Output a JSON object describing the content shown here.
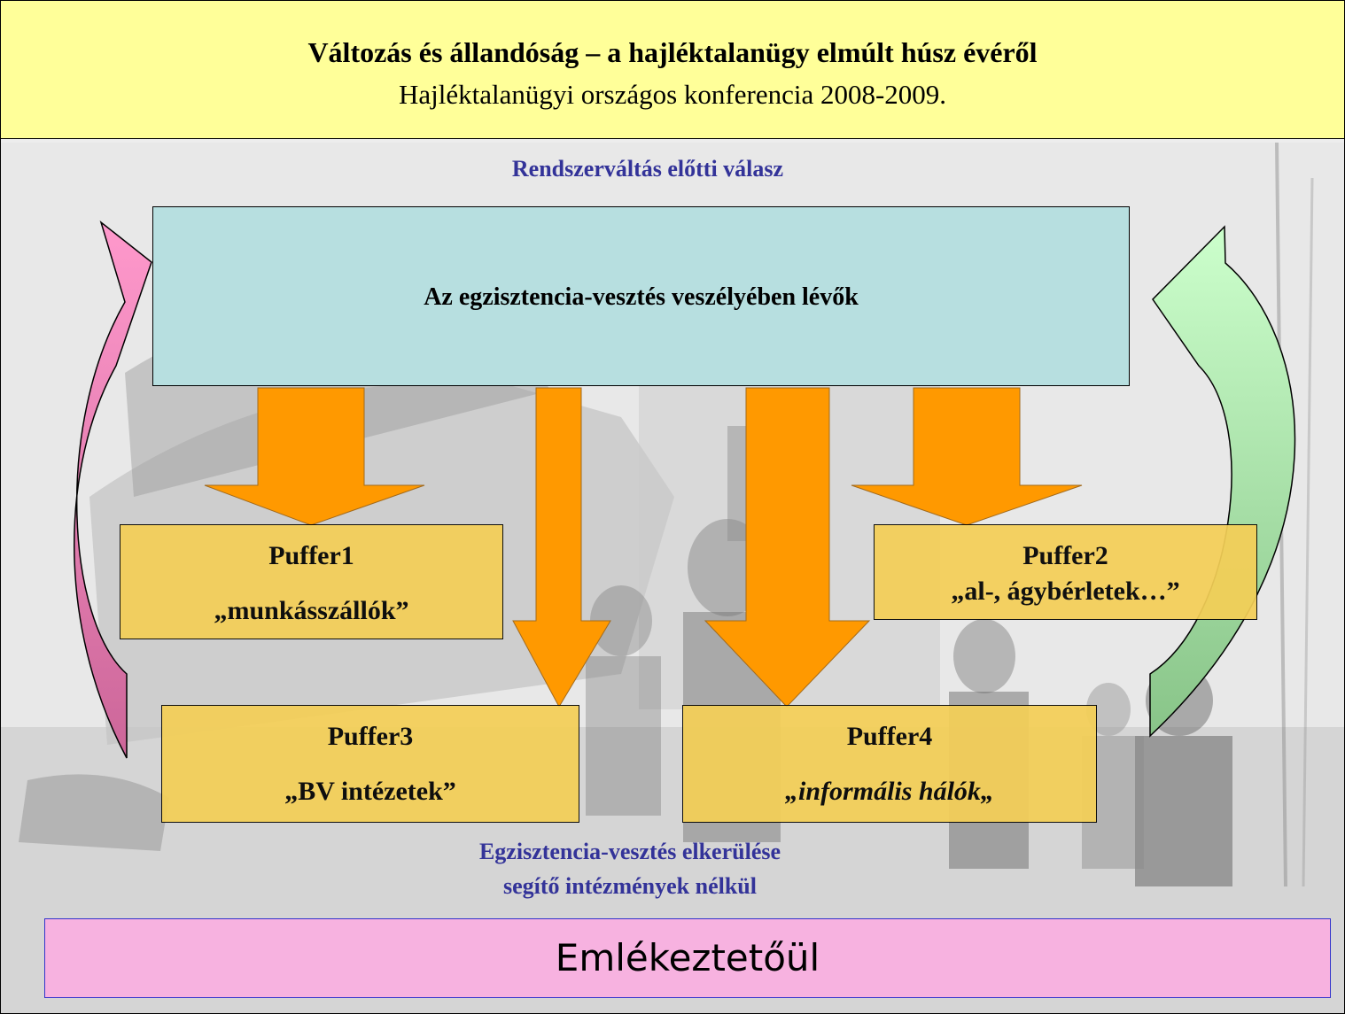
{
  "header": {
    "title": "Változás és állandóság – a hajléktalanügy elmúlt húsz évéről",
    "subtitle": "Hajléktalanügyi országos konferencia 2008-2009."
  },
  "diagram": {
    "top_label": "Rendszerváltás előtti válasz",
    "main_box": "Az egzisztencia-vesztés veszélyében lévők",
    "puffers": [
      {
        "title": "Puffer1",
        "subtitle": "„munkásszállók”"
      },
      {
        "title": "Puffer2",
        "subtitle": "„al-, ágybérletek…”"
      },
      {
        "title": "Puffer3",
        "subtitle": "„BV intézetek”"
      },
      {
        "title": "Puffer4",
        "subtitle": "„informális hálók„"
      }
    ],
    "bottom_label_line1": "Egzisztencia-vesztés elkerülése",
    "bottom_label_line2": "segítő intézmények nélkül"
  },
  "footer": {
    "reminder": "Emlékeztetőül"
  },
  "colors": {
    "header_bg": "#ffff99",
    "main_box": "#b7dfe0",
    "puffer_box": "#f4cf57",
    "down_arrow": "#ff9900",
    "left_arrow": "#f08ac8",
    "right_arrow": "#b0e6b0",
    "label_text": "#333399",
    "reminder_bg": "#f7b2e0"
  }
}
